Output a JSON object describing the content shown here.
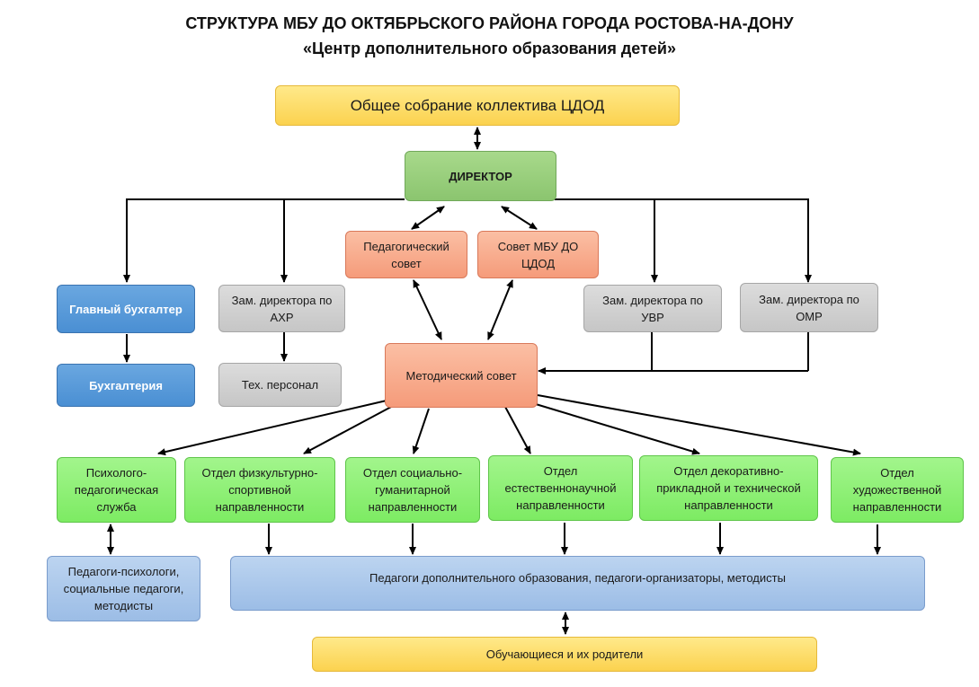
{
  "title_line1": "СТРУКТУРА МБУ ДО ОКТЯБРЬСКОГО РАЙОНА ГОРОДА РОСТОВА-НА-ДОНУ",
  "title_line2": "«Центр дополнительного образования детей»",
  "nodes": {
    "general_meeting": "Общее собрание коллектива ЦДОД",
    "director": "ДИРЕКТОР",
    "pedagogical_council": "Педагогический совет",
    "council_mbu": "Совет МБУ ДО ЦДОД",
    "chief_accountant": "Главный бухгалтер",
    "accounting": "Бухгалтерия",
    "deputy_ahr": "Зам. директора по АХР",
    "tech_staff": "Тех. персонал",
    "deputy_uvr": "Зам. директора по УВР",
    "deputy_omr": "Зам. директора по ОМР",
    "methodical_council": "Методический совет",
    "psych_service": "Психолого-педагогическая служба",
    "dept_sport": "Отдел физкультурно-спортивной направленности",
    "dept_social": "Отдел социально-гуманитарной направленности",
    "dept_science": "Отдел естественнонаучной направленности",
    "dept_decorative": "Отдел декоративно-прикладной и технической направленности",
    "dept_art": "Отдел художественной направленности",
    "psych_teachers": "Педагоги-психологи, социальные педагоги, методисты",
    "add_teachers": "Педагоги дополнительного образования, педагоги-организаторы, методисты",
    "students_parents": "Обучающиеся и их родители"
  }
}
